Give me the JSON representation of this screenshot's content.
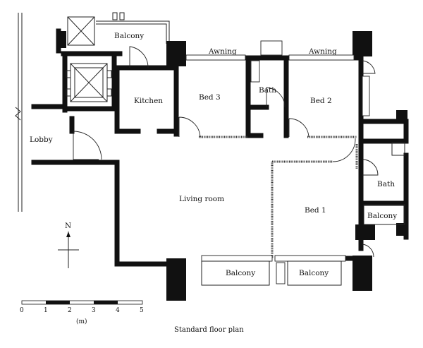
{
  "rooms": {
    "balcony_top": "Balcony",
    "awning_left": "Awning",
    "awning_right": "Awning",
    "kitchen": "Kitchen",
    "bed3": "Bed 3",
    "bath_top": "Bath",
    "bed2": "Bed 2",
    "lobby": "Lobby",
    "living_room": "Living room",
    "bed1": "Bed 1",
    "bath_right": "Bath",
    "balcony_right": "Balcony",
    "balcony_bottom_left": "Balcony",
    "balcony_bottom_right": "Balcony"
  },
  "north": "N",
  "scale": {
    "ticks": [
      "0",
      "1",
      "2",
      "3",
      "4",
      "5"
    ],
    "unit": "(m)"
  },
  "caption": "Standard floor plan"
}
